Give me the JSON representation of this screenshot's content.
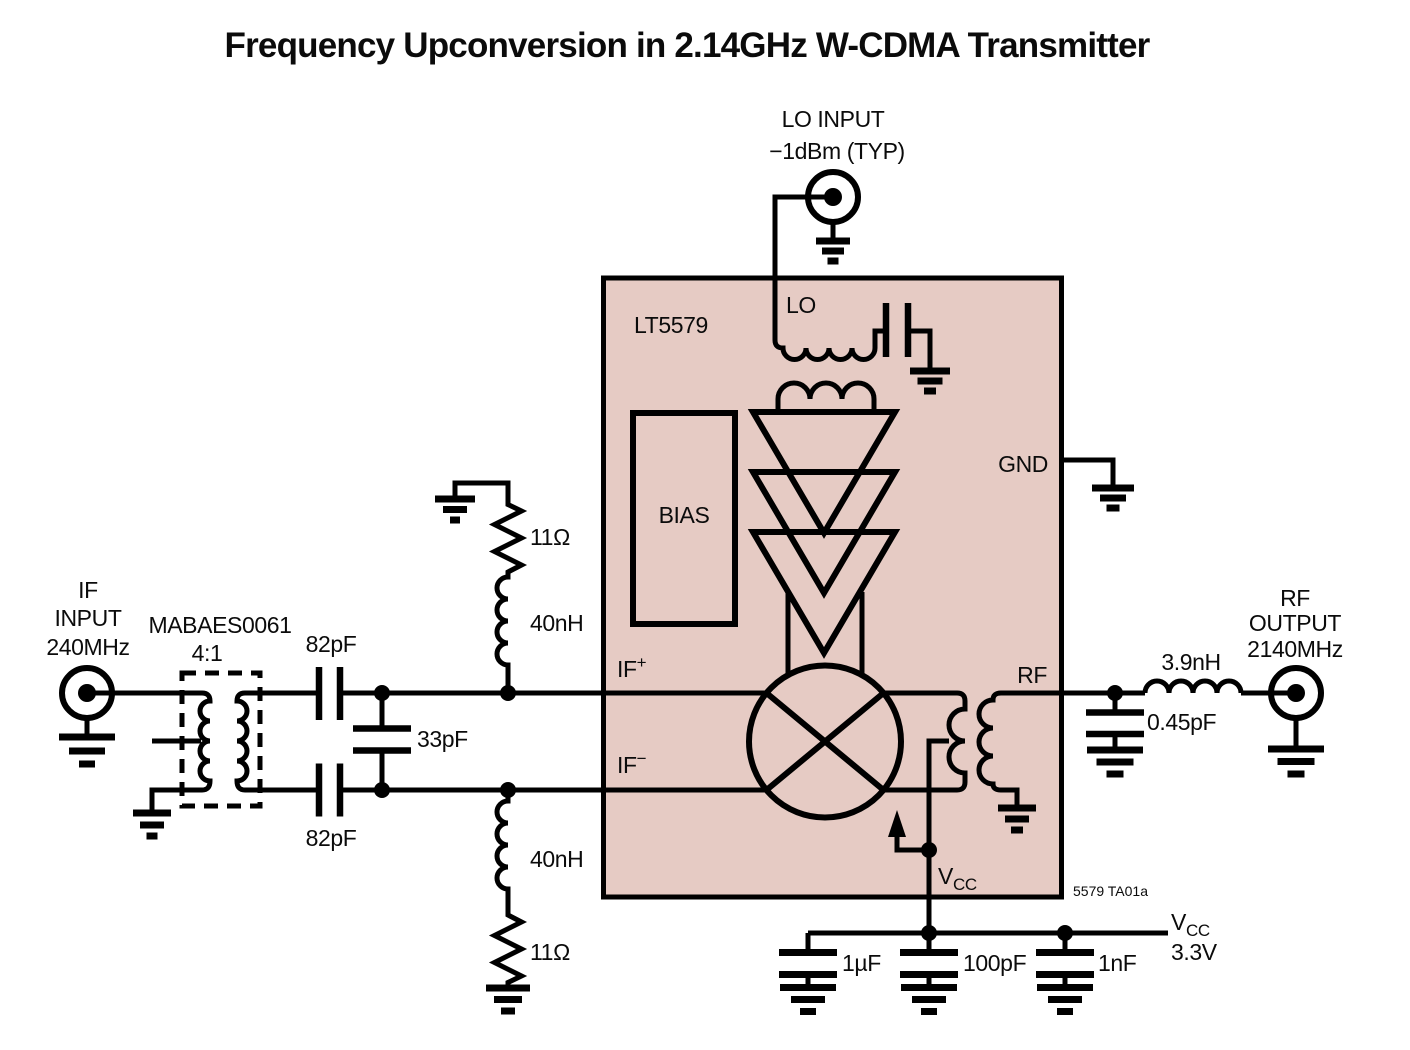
{
  "title": "Frequency Upconversion in 2.14GHz W-CDMA Transmitter",
  "colors": {
    "chip_fill": "#e6cbc4",
    "ink": "#000000"
  },
  "chip": {
    "part": "LT5579",
    "bias_label": "BIAS",
    "footnote": "5579 TA01a",
    "pins": {
      "lo": "LO",
      "gnd": "GND",
      "rf": "RF",
      "if_pos_base": "IF",
      "if_pos_sup": "+",
      "if_neg_base": "IF",
      "if_neg_sup": "−",
      "vcc_base": "V",
      "vcc_sub": "CC"
    }
  },
  "ports": {
    "lo_input": {
      "line1": "LO INPUT",
      "line2": "−1dBm (TYP)"
    },
    "if_input": {
      "line1": "IF",
      "line2": "INPUT",
      "line3": "240MHz"
    },
    "rf_output": {
      "line1": "RF",
      "line2": "OUTPUT",
      "line3": "2140MHz"
    }
  },
  "balun": {
    "part": "MABAES0061",
    "ratio": "4:1"
  },
  "components": {
    "c_series_top": "82pF",
    "c_shunt_mid": "33pF",
    "c_series_bot": "82pF",
    "r_top": "11Ω",
    "l_top": "40nH",
    "l_bot": "40nH",
    "r_bot": "11Ω",
    "l_rf": "3.9nH",
    "c_rf": "0.45pF",
    "c_bypass1": "1µF",
    "c_bypass2": "100pF",
    "c_bypass3": "1nF"
  },
  "supply": {
    "rail_base": "V",
    "rail_sub": "CC",
    "voltage": "3.3V"
  }
}
